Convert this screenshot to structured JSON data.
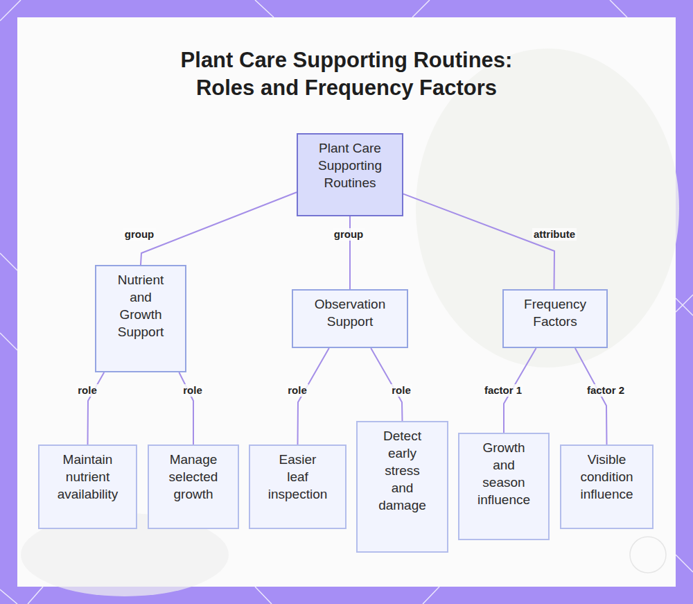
{
  "diagram": {
    "title": "Plant Care Supporting Routines: Roles and Frequency Factors",
    "nodes": [
      {
        "text": [
          "Plant Care Supporting Routines"
        ]
      },
      {
        "text": [
          "Nutrient and Growth Support"
        ]
      },
      {
        "text": [
          "Observation Support"
        ]
      },
      {
        "text": [
          "Frequency Factors"
        ]
      },
      {
        "text": [
          "Maintain nutrient availability"
        ]
      },
      {
        "text": [
          "Manage selected growth"
        ]
      },
      {
        "text": [
          "Easier leaf inspection"
        ]
      },
      {
        "text": [
          "Detect early stress and damage"
        ]
      },
      {
        "text": [
          "Growth and season influence"
        ]
      },
      {
        "text": [
          "Visible condition influence"
        ]
      }
    ],
    "edges": [
      {
        "from": 0,
        "to": 1,
        "label": "group",
        "arrow": "none"
      },
      {
        "from": 0,
        "to": 2,
        "label": "group",
        "arrow": "none"
      },
      {
        "from": 0,
        "to": 3,
        "label": "attribute",
        "arrow": "none"
      },
      {
        "from": 1,
        "to": 4,
        "label": "role",
        "arrow": "none"
      },
      {
        "from": 1,
        "to": 5,
        "label": "role",
        "arrow": "none"
      },
      {
        "from": 2,
        "to": 6,
        "label": "role",
        "arrow": "none"
      },
      {
        "from": 2,
        "to": 7,
        "label": "role",
        "arrow": "none"
      },
      {
        "from": 3,
        "to": 8,
        "label": "factor 1",
        "arrow": "none"
      },
      {
        "from": 3,
        "to": 9,
        "label": "factor 2",
        "arrow": "none"
      }
    ]
  }
}
